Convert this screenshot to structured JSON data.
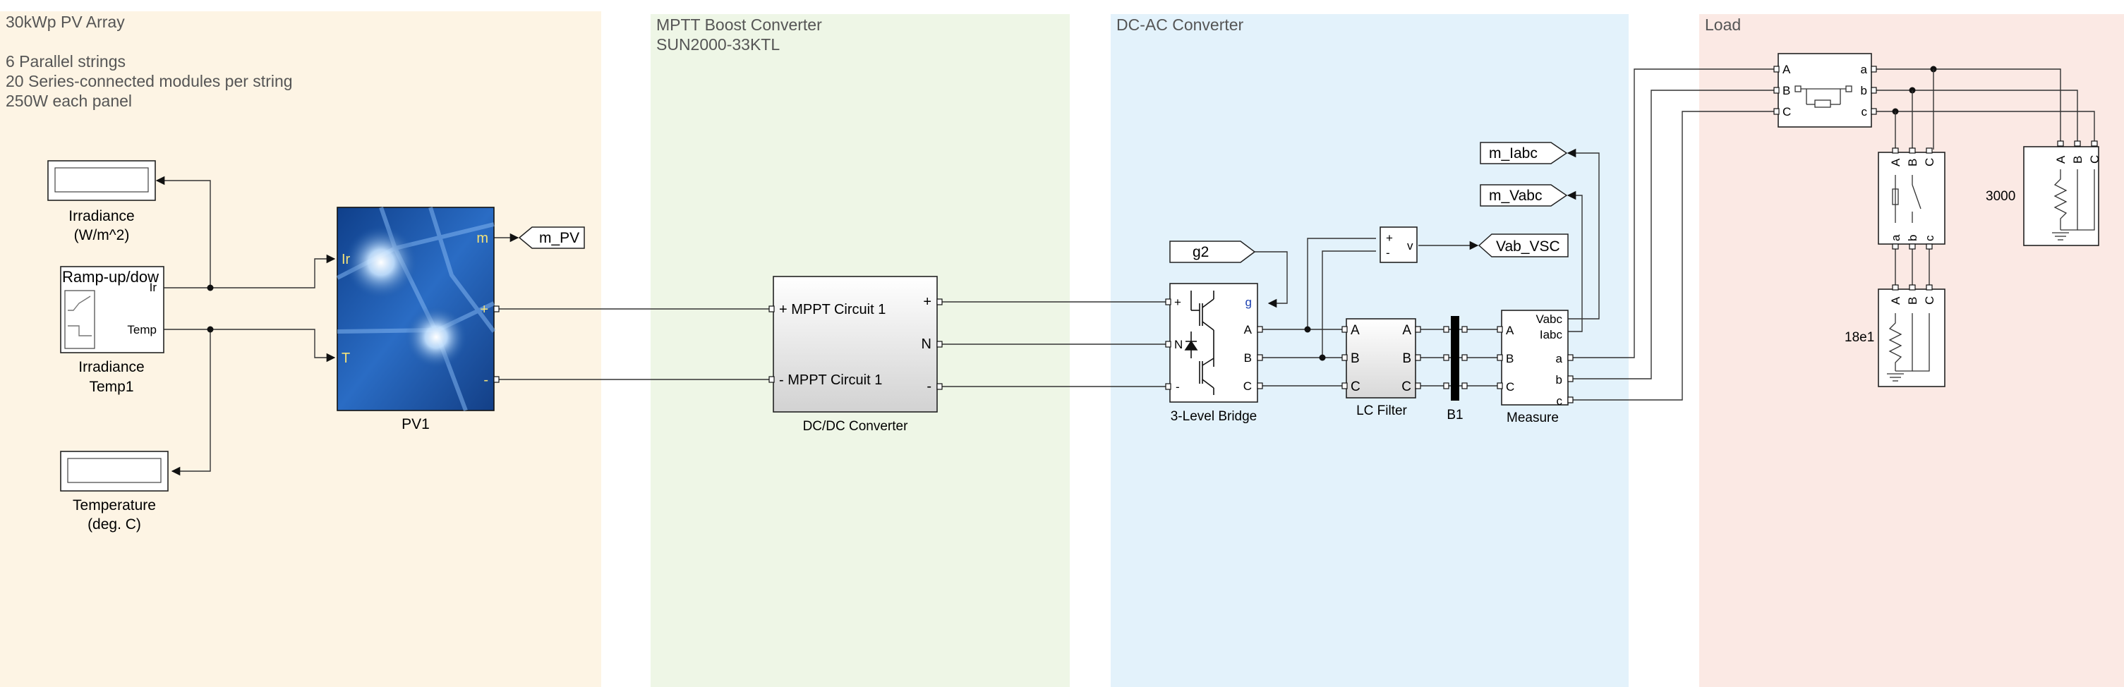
{
  "regions": [
    {
      "id": "pv",
      "lines": [
        "30kWp PV Array",
        "",
        "6 Parallel strings",
        "20 Series-connected modules per string",
        "250W each panel"
      ],
      "color": "#fdf4e4"
    },
    {
      "id": "mppt",
      "lines": [
        "MPTT Boost Converter",
        "SUN2000-33KTL"
      ],
      "color": "#eef6e6"
    },
    {
      "id": "dcac",
      "lines": [
        "DC-AC Converter"
      ],
      "color": "#e3f2fb"
    },
    {
      "id": "load",
      "lines": [
        "Load"
      ],
      "color": "#fbe9e4"
    }
  ],
  "blocks": {
    "irradiance_display": {
      "label_lines": [
        "Irradiance",
        "(W/m^2)"
      ]
    },
    "ramp": {
      "title": "Ramp-up/dow",
      "port_ir": "Ir",
      "port_temp": "Temp",
      "label_lines": [
        "Irradiance",
        "Temp1"
      ]
    },
    "temperature_display": {
      "label_lines": [
        "Temperature",
        "(deg. C)"
      ]
    },
    "pv1": {
      "label": "PV1",
      "port_ir": "Ir",
      "port_t": "T",
      "port_m": "m",
      "port_plus": "+",
      "port_minus": "-"
    },
    "m_pv_tag": {
      "text": "m_PV"
    },
    "dcdc": {
      "label": "DC/DC Converter",
      "in_plus": "+ MPPT Circuit 1",
      "in_minus": "- MPPT Circuit 1",
      "out_plus": "+",
      "out_n": "N",
      "out_minus": "-"
    },
    "g2_tag": {
      "text": "g2"
    },
    "bridge": {
      "label": "3-Level Bridge",
      "port_plus": "+",
      "port_n": "N",
      "port_minus": "-",
      "port_g": "g",
      "port_a": "A",
      "port_b": "B",
      "port_c": "C"
    },
    "voltmeter": {
      "port_plus": "+",
      "port_minus": "-",
      "port_v": "v"
    },
    "vab_tag": {
      "text": "Vab_VSC"
    },
    "m_iabc_tag": {
      "text": "m_Iabc"
    },
    "m_vabc_tag": {
      "text": "m_Vabc"
    },
    "lc_filter": {
      "label": "LC Filter",
      "in_a": "A",
      "in_b": "B",
      "in_c": "C",
      "out_a": "A",
      "out_b": "B",
      "out_c": "C"
    },
    "bus": {
      "label": "B1"
    },
    "measure": {
      "label": "Measure",
      "port_vabc": "Vabc",
      "port_iabc": "Iabc",
      "in_a": "A",
      "in_b": "B",
      "in_c": "C",
      "out_a": "a",
      "out_b": "b",
      "out_c": "c"
    },
    "transformer_top": {
      "in_a": "A",
      "in_b": "B",
      "in_c": "C",
      "out_a": "a",
      "out_b": "b",
      "out_c": "c"
    },
    "load_3000": {
      "label": "3000",
      "port_a": "A",
      "port_b": "B",
      "port_c": "C"
    },
    "transformer_mid": {
      "top_a": "A",
      "top_b": "B",
      "top_c": "C",
      "bot_a": "a",
      "bot_b": "b",
      "bot_c": "c"
    },
    "load_18e1": {
      "label": "18e1",
      "port_a": "A",
      "port_b": "B",
      "port_c": "C"
    }
  }
}
